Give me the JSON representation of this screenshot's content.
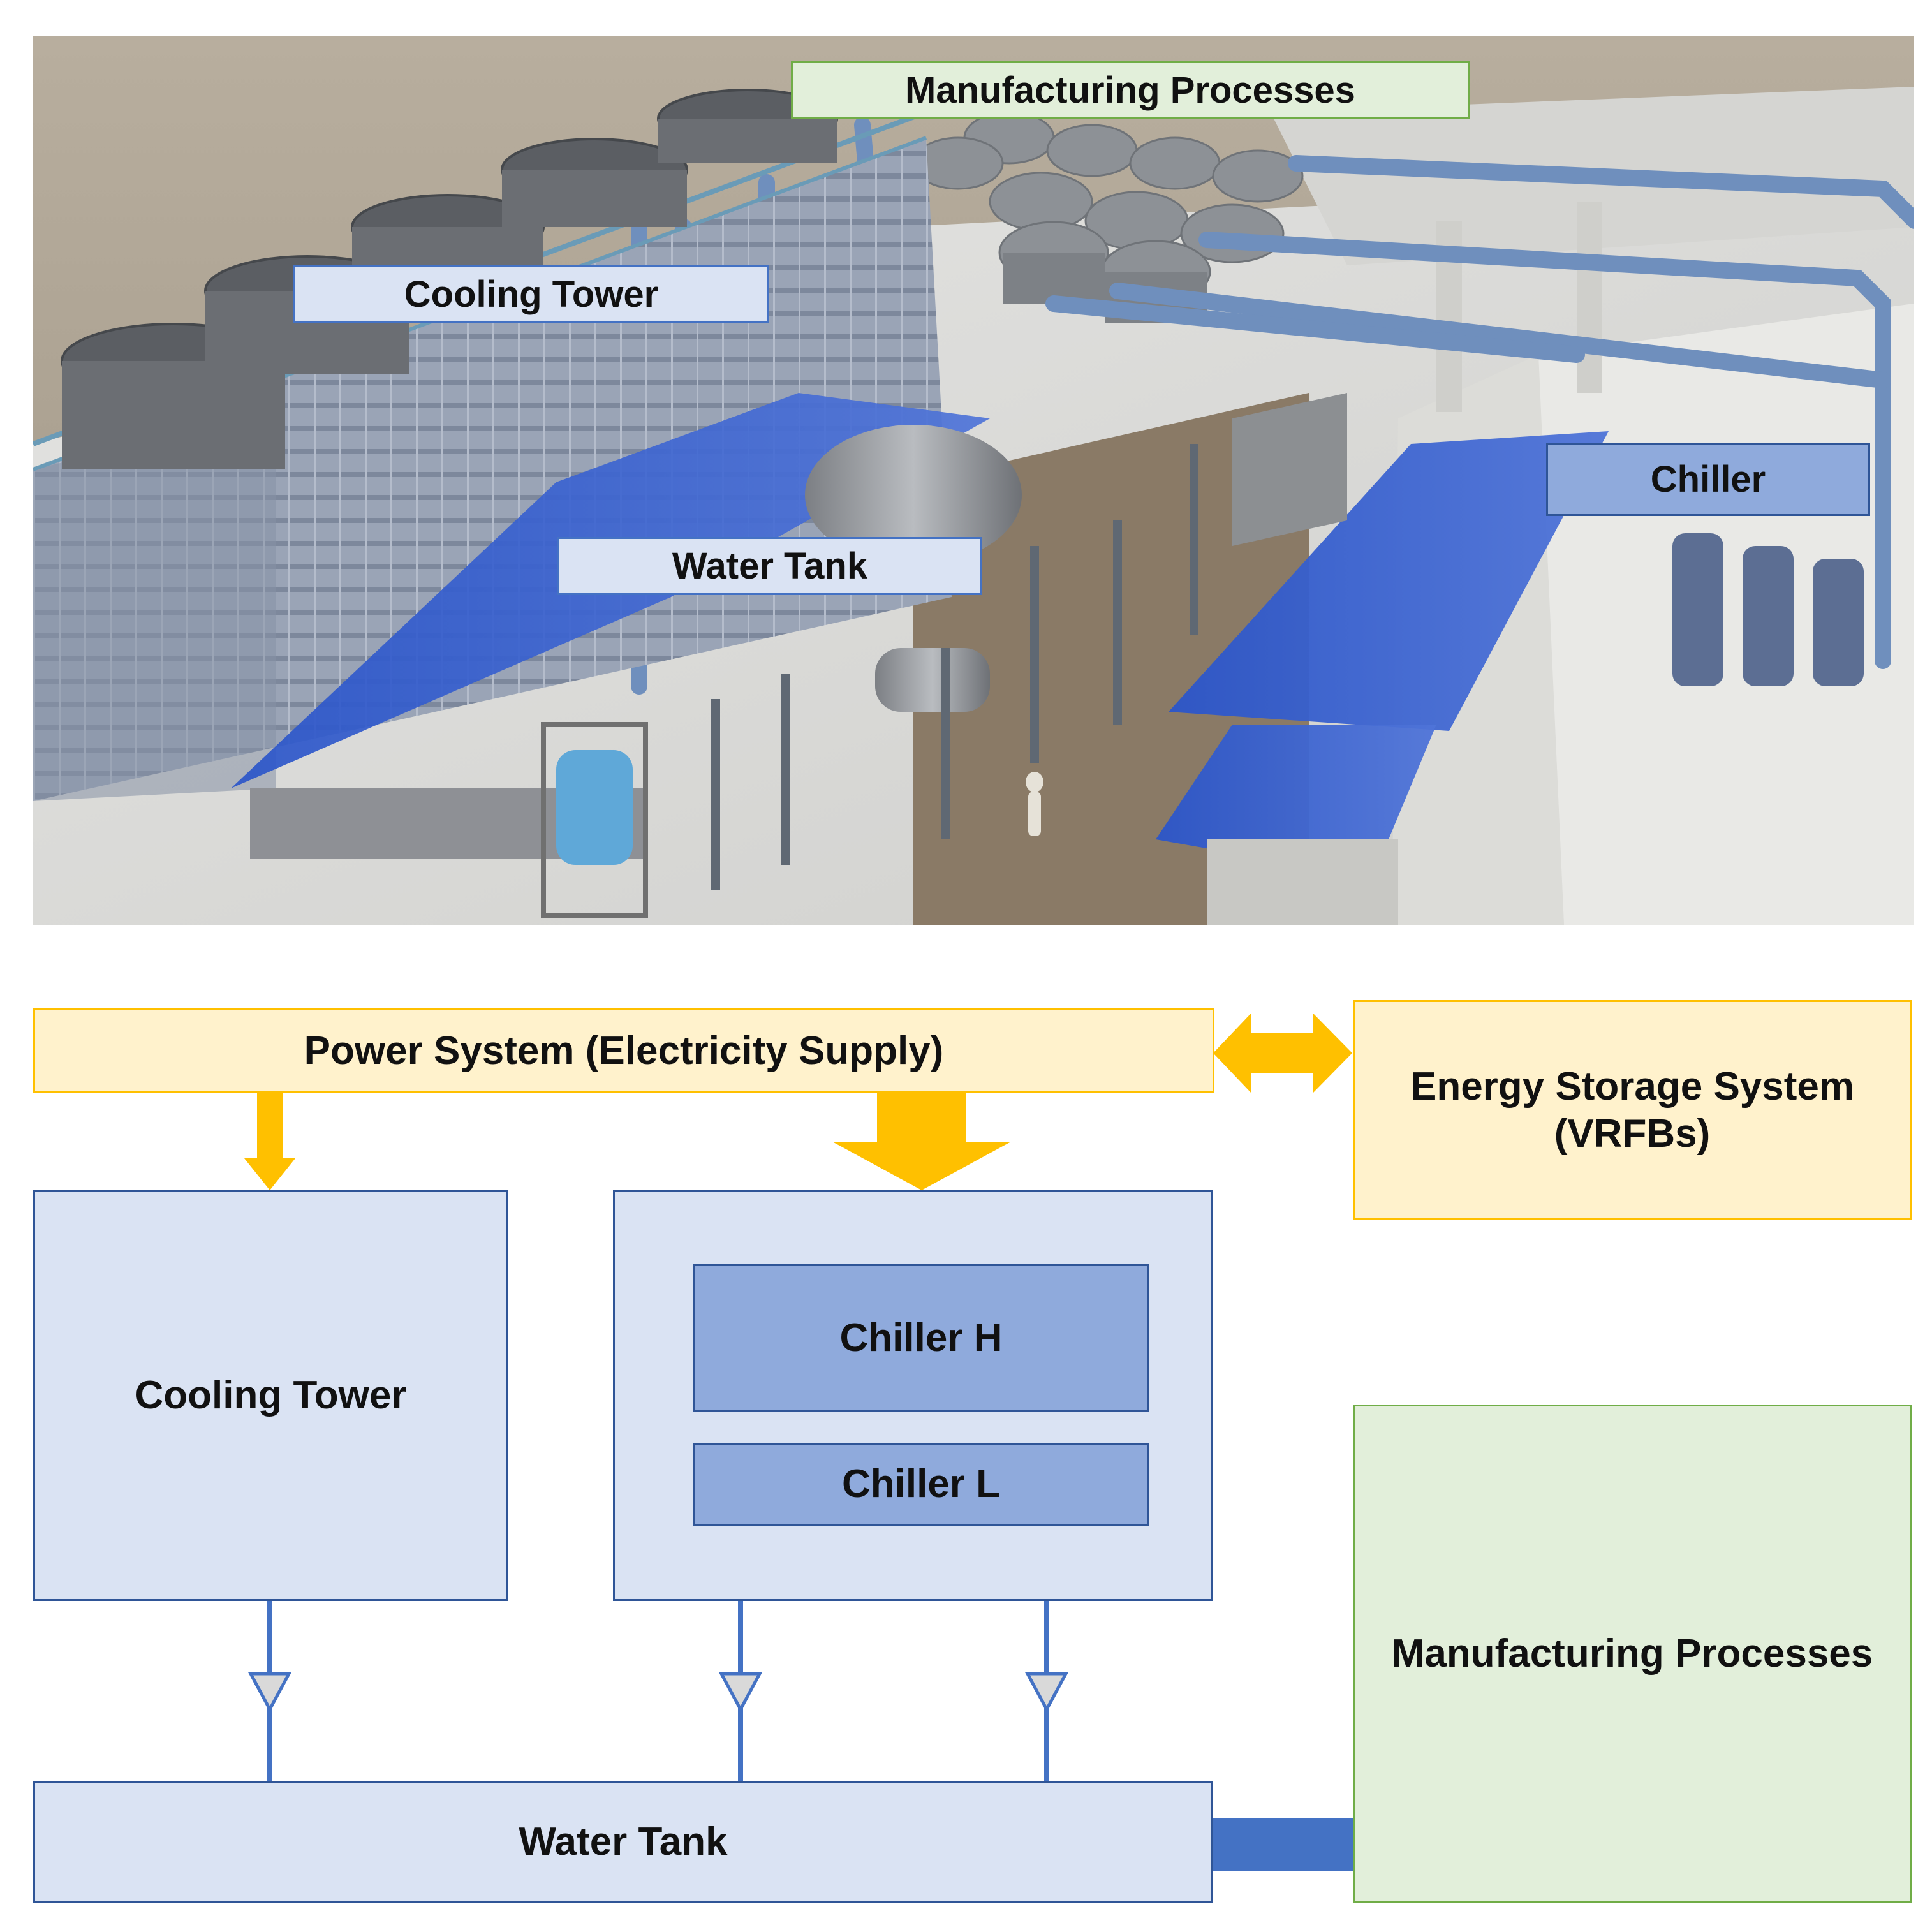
{
  "photo": {
    "labels": {
      "manufacturing": "Manufacturing Processes",
      "cooling_tower": "Cooling Tower",
      "water_tank": "Water Tank",
      "chiller": "Chiller"
    }
  },
  "diagram": {
    "power_system": "Power System (Electricity Supply)",
    "energy_storage_line1": "Energy Storage System",
    "energy_storage_line2": "(VRFBs)",
    "cooling_tower": "Cooling Tower",
    "chiller_h": "Chiller H",
    "chiller_l": "Chiller L",
    "manufacturing": "Manufacturing Processes",
    "water_tank": "Water Tank"
  },
  "colors": {
    "power_yellow": "#ffc000",
    "pipe_blue": "#4472c4",
    "valve_grey": "#d9d9d9"
  }
}
